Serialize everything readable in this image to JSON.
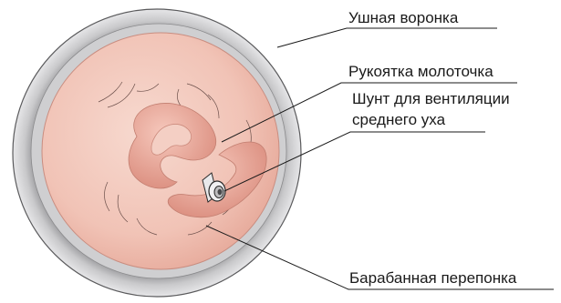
{
  "labels": {
    "ear_funnel": "Ушная воронка",
    "malleus_handle": "Рукоятка молоточка",
    "shunt_line1": "Шунт для вентиляции",
    "shunt_line2": "среднего уха",
    "eardrum": "Барабанная перепонка"
  },
  "colors": {
    "funnel_outer": "#d9d9db",
    "funnel_inner": "#bdbdbf",
    "membrane": "#f1c4b8",
    "membrane_shadow": "#e4a596",
    "leader_line": "#1a1a1a"
  }
}
